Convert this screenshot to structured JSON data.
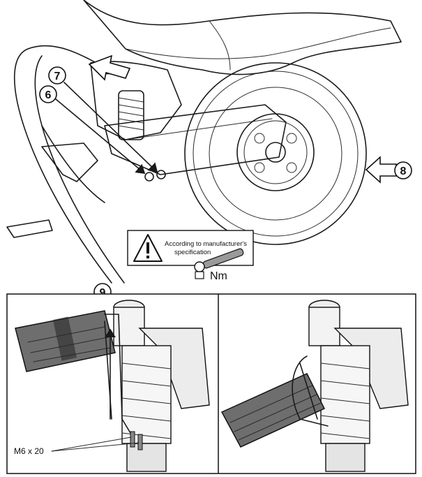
{
  "callouts": {
    "c6": "6",
    "c7": "7",
    "c8": "8",
    "c9": "9"
  },
  "warning": {
    "line1": "According to manufacturer's",
    "line2": "specification",
    "torque_unit": "Nm",
    "icon": "warning-triangle-icon"
  },
  "panel_left": {
    "bolt_label": "M6 x 20"
  },
  "icons": {
    "wrench": "torque-wrench-icon",
    "arrow": "direction-arrow-icon"
  }
}
